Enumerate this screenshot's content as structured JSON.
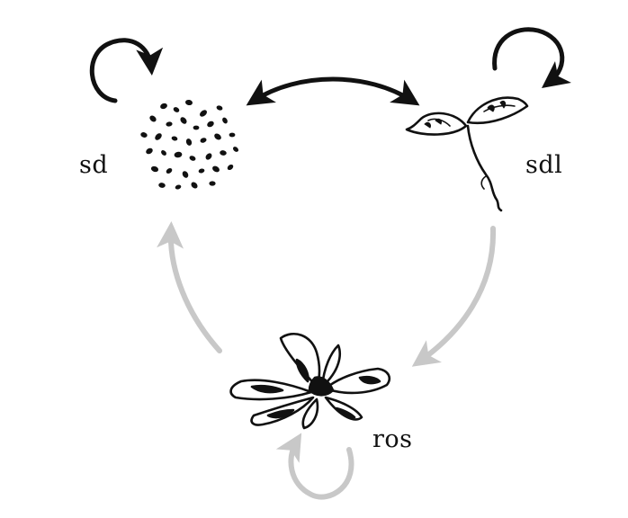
{
  "nodes": {
    "seed": {
      "label": "sd",
      "icon": "seeds-icon"
    },
    "seedling": {
      "label": "sdl",
      "icon": "seedling-icon"
    },
    "rosette": {
      "label": "ros",
      "icon": "rosette-icon"
    }
  },
  "edges": [
    {
      "from": "sd",
      "to": "sd",
      "kind": "self-loop"
    },
    {
      "from": "sdl",
      "to": "sdl",
      "kind": "self-loop"
    },
    {
      "from": "sd",
      "to": "sdl",
      "kind": "bidirectional"
    },
    {
      "from": "ros",
      "to": "sd",
      "kind": "directed"
    },
    {
      "from": "sdl",
      "to": "ros",
      "kind": "directed"
    },
    {
      "from": "ros",
      "to": "ros",
      "kind": "self-loop"
    }
  ],
  "colors": {
    "active": "#111111",
    "inactive": "#c8c8c8",
    "background": "#ffffff"
  }
}
